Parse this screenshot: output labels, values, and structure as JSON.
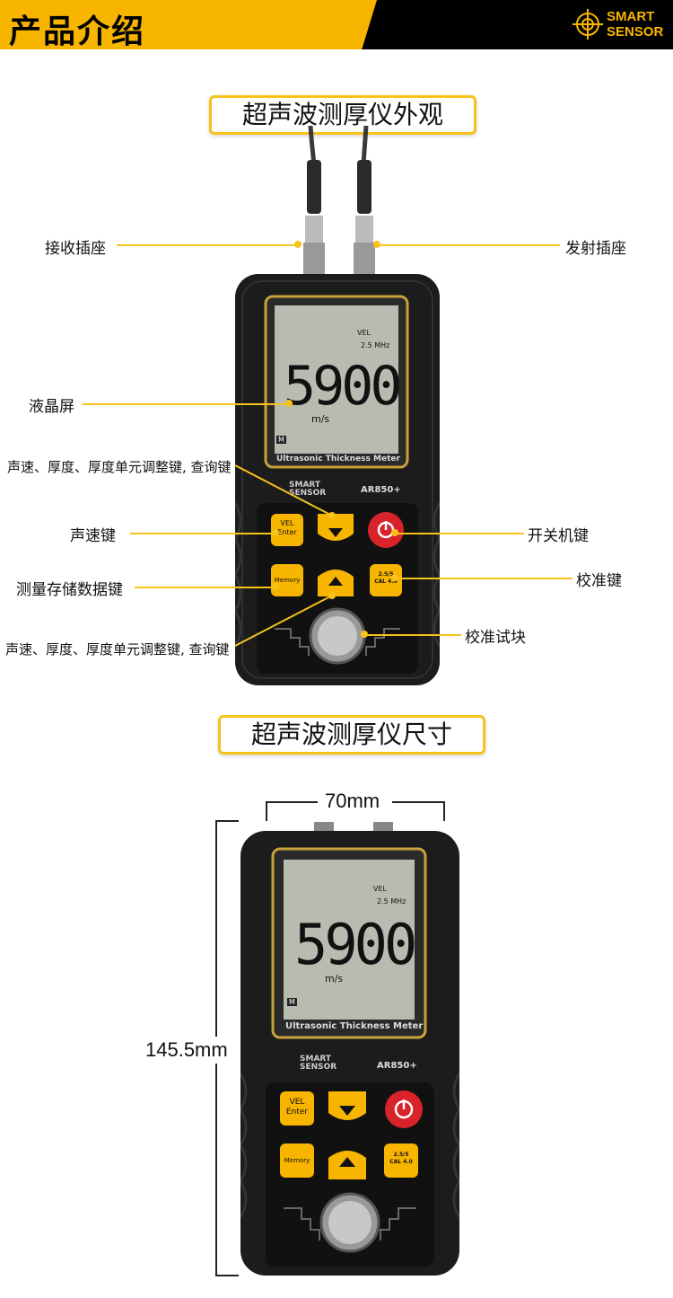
{
  "header": {
    "title": "产品介绍",
    "brand_line1": "SMART",
    "brand_line2": "SENSOR"
  },
  "section1": {
    "title": "超声波测厚仪外观",
    "labels": {
      "receive_socket": "接收插座",
      "transmit_socket": "发射插座",
      "lcd": "液晶屏",
      "adjust_key_down": "声速、厚度、厚度单元调整键, 查询键",
      "velocity_key": "声速键",
      "power_key": "开关机键",
      "memory_key": "测量存储数据键",
      "calibrate_key": "校准键",
      "adjust_key_up": "声速、厚度、厚度单元调整键, 查询键",
      "calibration_block": "校准试块"
    }
  },
  "section2": {
    "title": "超声波测厚仪尺寸",
    "width_dim": "70mm",
    "height_dim": "145.5mm"
  },
  "device": {
    "display_value": "5900",
    "unit": "m/s",
    "vel_label": "VEL",
    "freq_label": "2.5 MHz",
    "memory_indicator": "M",
    "screen_caption": "Ultrasonic Thickness Meter",
    "brand_line1": "SMART",
    "brand_line2": "SENSOR",
    "model": "AR850+",
    "btn_vel_line1": "VEL",
    "btn_vel_line2": "Enter",
    "btn_memory": "Memory",
    "btn_cal_line1": "2.5/5",
    "btn_cal_line2": "CAL 4.0"
  },
  "colors": {
    "accent": "#f7b500",
    "line": "#f7c21a",
    "lcd": "#b8bcb0",
    "body": "#1c1c1c",
    "power": "#d8232a"
  }
}
